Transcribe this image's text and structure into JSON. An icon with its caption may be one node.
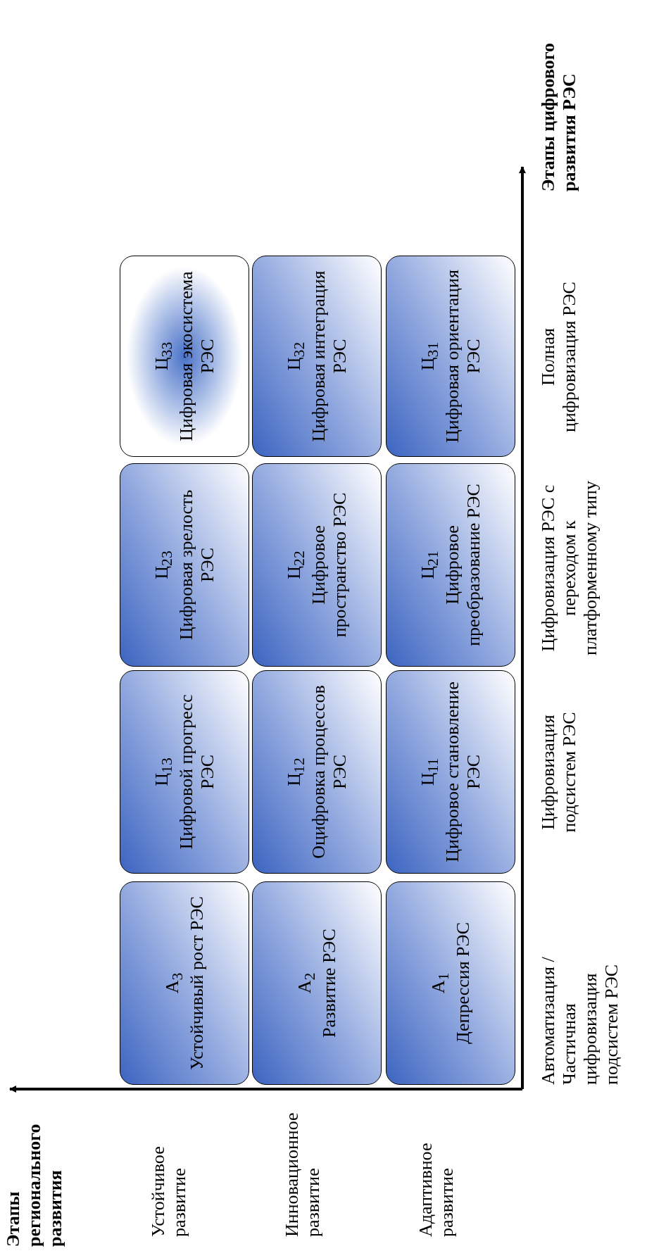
{
  "diagram": {
    "nodes": [
      {
        "text": [
          "А$_{3}$",
          "Устойчивый рост РЭС"
        ]
      },
      {
        "text": [
          "Ц$_{13}$",
          "Цифровой прогресс РЭС"
        ]
      },
      {
        "text": [
          "Ц$_{23}$",
          "Цифровая зрелость РЭС"
        ]
      },
      {
        "text": [
          "Ц$_{33}$",
          "Цифровая экосистема РЭС"
        ]
      },
      {
        "text": [
          "А$_{2}$",
          "Развитие РЭС"
        ]
      },
      {
        "text": [
          "Ц$_{12}$",
          "Оцифровка процессов РЭС"
        ]
      },
      {
        "text": [
          "Ц$_{22}$",
          "Цифровое пространство РЭС"
        ]
      },
      {
        "text": [
          "Ц$_{32}$",
          "Цифровая интеграция РЭС"
        ]
      },
      {
        "text": [
          "А$_{1}$",
          "Депрессия РЭС"
        ]
      },
      {
        "text": [
          "Ц$_{11}$",
          "Цифровое становление РЭС"
        ]
      },
      {
        "text": [
          "Ц$_{21}$",
          "Цифровое преобразование РЭС"
        ]
      },
      {
        "text": [
          "Ц$_{31}$",
          "Цифровая ориентация РЭС"
        ]
      }
    ],
    "labels": [
      "Этапы регионального развития",
      "Устойчивое развитие",
      "Инновационное развитие",
      "Адаптивное развитие",
      "Автоматизация / Частичная цифровизация подсистем РЭС",
      "Цифровизация подсистем РЭС",
      "Цифровизация РЭС с переходом к платформенному типу",
      "Полная цифровизация РЭС",
      "Этапы цифрового развития РЭС"
    ]
  }
}
